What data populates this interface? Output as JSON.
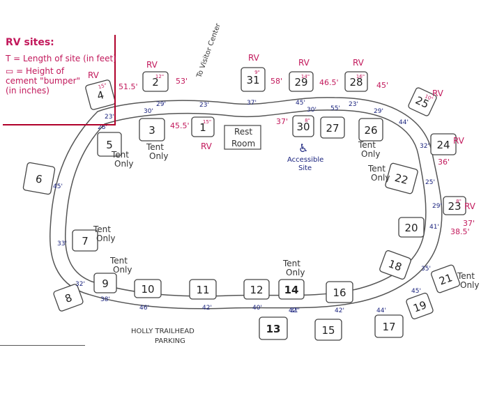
{
  "legend": {
    "title_rv": "RV",
    "title_rest": "sites:",
    "line1": "= Length of site (in feet)",
    "line2a": "= Height of",
    "line2b": "cement \"bumper\"",
    "line2c": "(in inches)"
  },
  "labels": {
    "visitor_center": "To Visitor Center",
    "rest_room_a": "Rest",
    "rest_room_b": "Room",
    "accessible_a": "Accessible",
    "accessible_b": "Site",
    "parking": "HOLLY TRAILHEAD PARKING"
  },
  "sites": [
    {
      "num": "1",
      "rv": true,
      "bumper": "15\""
    },
    {
      "num": "2",
      "rv": true,
      "bumper": "12\""
    },
    {
      "num": "3"
    },
    {
      "num": "4",
      "rv": true,
      "bumper": "15\""
    },
    {
      "num": "5",
      "tent": true
    },
    {
      "num": "6"
    },
    {
      "num": "7",
      "tent": true
    },
    {
      "num": "8"
    },
    {
      "num": "9",
      "tent": true
    },
    {
      "num": "10"
    },
    {
      "num": "11"
    },
    {
      "num": "12"
    },
    {
      "num": "13"
    },
    {
      "num": "14",
      "tent": true
    },
    {
      "num": "15"
    },
    {
      "num": "16"
    },
    {
      "num": "17"
    },
    {
      "num": "18"
    },
    {
      "num": "19"
    },
    {
      "num": "20"
    },
    {
      "num": "21",
      "tent": true
    },
    {
      "num": "22",
      "tent": true
    },
    {
      "num": "23",
      "rv": true,
      "bumper": "8\""
    },
    {
      "num": "24",
      "rv": true
    },
    {
      "num": "25",
      "rv": true,
      "bumper": "10\""
    },
    {
      "num": "26",
      "tent": true
    },
    {
      "num": "27"
    },
    {
      "num": "28",
      "rv": true,
      "bumper": "16\""
    },
    {
      "num": "29",
      "rv": true,
      "bumper": "14\""
    },
    {
      "num": "30",
      "accessible": true,
      "bumper": "8\""
    },
    {
      "num": "31",
      "rv": true,
      "bumper": "9\""
    }
  ],
  "rv_length_labels": [
    "51.5'",
    "53'",
    "58'",
    "46.5'",
    "45'",
    "45.5'",
    "37'",
    "36'",
    "37'",
    "38.5'"
  ],
  "road_widths": [
    "28'",
    "23'",
    "30'",
    "29'",
    "23'",
    "37'",
    "45'",
    "30'",
    "55'",
    "23'",
    "29'",
    "44'",
    "32'",
    "25'",
    "29'",
    "41'",
    "35'",
    "45'",
    "44'",
    "42'",
    "31'",
    "42'",
    "40'",
    "42'",
    "46'",
    "38'",
    "32'",
    "33'",
    "45'"
  ],
  "tent_only_text": "Tent Only",
  "rv_text": "RV",
  "colors": {
    "rv": "#c2185b",
    "road": "#1a237e",
    "ink": "#333333"
  }
}
